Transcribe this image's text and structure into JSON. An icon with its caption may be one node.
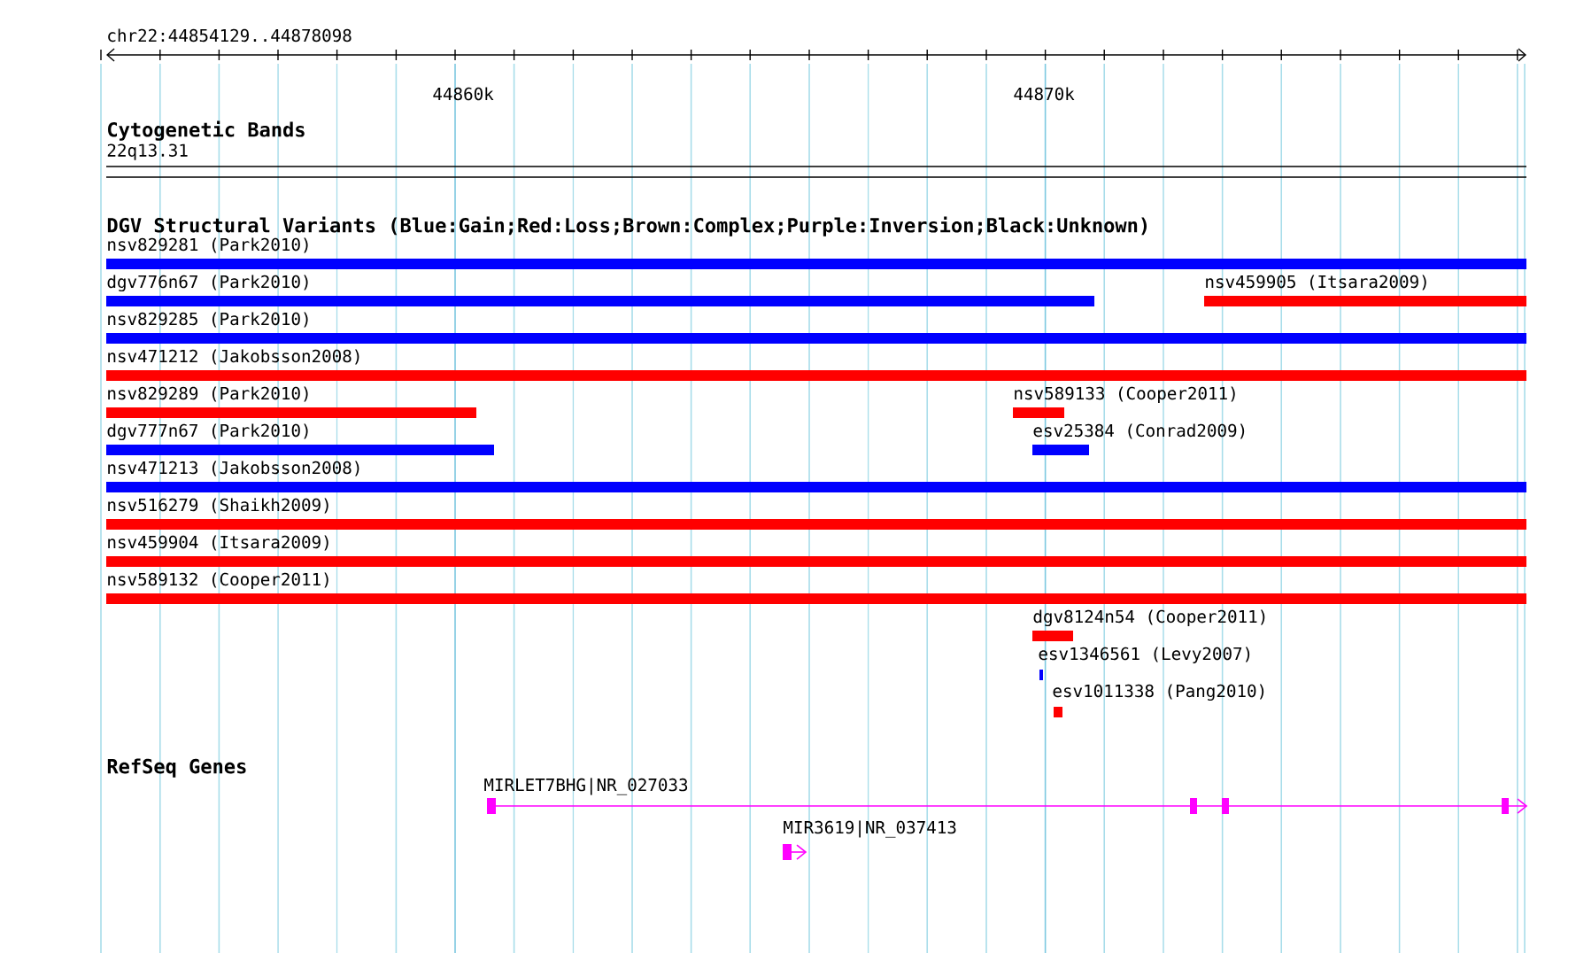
{
  "diagram": {
    "nodes": [
      {
        "text": [
          "nsv829281 (Park2010)"
        ]
      },
      {
        "text": [
          "dgv776n67 (Park2010)"
        ]
      },
      {
        "text": [
          "nsv459905 (Itsara2009)"
        ]
      },
      {
        "text": [
          "nsv829285 (Park2010)"
        ]
      },
      {
        "text": [
          "nsv471212 (Jakobsson2008)"
        ]
      },
      {
        "text": [
          "nsv829289 (Park2010)"
        ]
      },
      {
        "text": [
          "nsv589133 (Cooper2011)"
        ]
      },
      {
        "text": [
          "dgv777n67 (Park2010)"
        ]
      },
      {
        "text": [
          "esv25384 (Conrad2009)"
        ]
      },
      {
        "text": [
          "nsv471213 (Jakobsson2008)"
        ]
      },
      {
        "text": [
          "nsv516279 (Shaikh2009)"
        ]
      },
      {
        "text": [
          "nsv459904 (Itsara2009)"
        ]
      },
      {
        "text": [
          "nsv589132 (Cooper2011)"
        ]
      },
      {
        "text": [
          "dgv8124n54 (Cooper2011)"
        ]
      },
      {
        "text": [
          "esv1346561 (Levy2007)"
        ]
      },
      {
        "text": [
          "esv1011338 (Pang2010)"
        ]
      },
      {
        "text": [
          "MIRLET7BHG|NR_027033"
        ]
      },
      {
        "text": [
          "MIR3619|NR_037413"
        ]
      }
    ],
    "labels": [
      "chr22:44854129..44878098",
      "44860k",
      "44870k",
      "Cytogenetic Bands",
      "22q13.31",
      "DGV Structural Variants (Blue:Gain;Red:Loss;Brown:Complex;Purple:Inversion;Black:Unknown)",
      "RefSeq Genes"
    ]
  }
}
